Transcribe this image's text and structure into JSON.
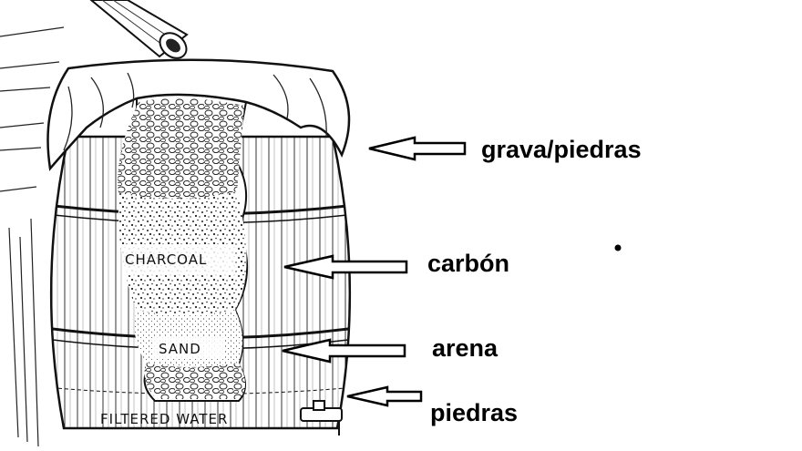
{
  "diagram": {
    "barrel_text": {
      "charcoal": "CHARCOAL",
      "sand": "SAND",
      "filtered_water": "FILTERED WATER"
    },
    "labels": [
      {
        "id": "gravel",
        "text": "grava/piedras"
      },
      {
        "id": "charcoal",
        "text": "carbón"
      },
      {
        "id": "sand",
        "text": "arena"
      },
      {
        "id": "stones",
        "text": "piedras"
      }
    ],
    "colors": {
      "ink": "#000000",
      "paper": "#ffffff"
    }
  }
}
